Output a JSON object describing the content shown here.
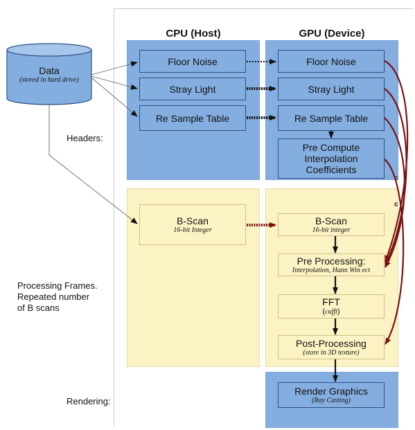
{
  "columns": {
    "cpu": "CPU (Host)",
    "gpu": "GPU (Device)"
  },
  "data_store": {
    "title": "Data",
    "subtitle": "(stored in hard drive)"
  },
  "section_labels": {
    "headers": "Headers:",
    "processing_1": "Processing Frames.",
    "processing_2": "Repeated number",
    "processing_3": "of B scans",
    "rendering": "Rendering:"
  },
  "cpu_boxes": {
    "floor_noise": "Floor Noise",
    "stray_light": "Stray Light",
    "resample": "Re Sample Table",
    "bscan": {
      "title": "B-Scan",
      "sub": "16-bit Integer"
    }
  },
  "gpu_boxes": {
    "floor_noise": "Floor Noise",
    "stray_light": "Stray Light",
    "resample": "Re Sample Table",
    "precompute": [
      "Pre Compute",
      "Interpolation",
      "Coefficients"
    ],
    "bscan": {
      "title": "B-Scan",
      "sub": "16-bit integer"
    },
    "preprocessing": {
      "title": "Pre Processing:",
      "sub": "Interpolation, Hann Win ect"
    },
    "fft": {
      "title": "FFT",
      "sub_open": "(",
      "sub_ital": "cufft",
      "sub_close": ")"
    },
    "postprocessing": {
      "title": "Post-Processing",
      "sub": "(store in 3D texture)"
    },
    "render": {
      "title": "Render Graphics",
      "sub": "(Ray Casting)"
    }
  },
  "markers": {
    "c1": "c",
    "c2": "c"
  },
  "colors": {
    "blue": "#84aee0",
    "yellow": "#fcf3c4",
    "dark_red": "#7a1212",
    "arrow": "#111111"
  }
}
